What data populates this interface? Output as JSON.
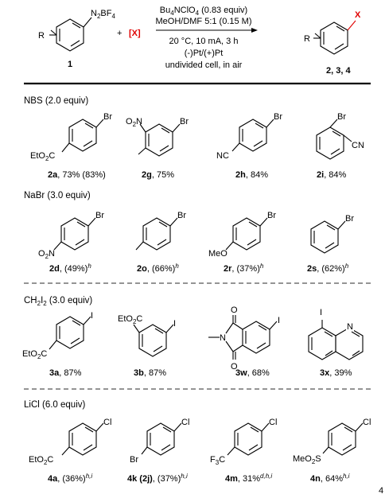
{
  "colors": {
    "accent": "#e00000",
    "text": "#000000",
    "dash": "#555555"
  },
  "scheme": {
    "start_label": "1",
    "start_group": "N2BF4",
    "plus": "+",
    "reagent": "[X]",
    "conditions": [
      "Bu4NClO4 (0.83 equiv)",
      "MeOH/DMF 5:1 (0.15 M)",
      "20 °C, 10 mA, 3 h",
      "(-)Pt/(+)Pt",
      "undivided cell, in air"
    ],
    "product_group": "X",
    "product_label": "2, 3, 4",
    "r_label": "R"
  },
  "sections": [
    {
      "title": "NBS (2.0 equiv)",
      "items": [
        {
          "code": "2a",
          "result": ", 73% (83%)",
          "sup": "",
          "halogen": "Br",
          "sub": "EtO2C"
        },
        {
          "code": "2g",
          "result": ", 75%",
          "sup": "",
          "halogen": "Br",
          "sub": "O2N"
        },
        {
          "code": "2h",
          "result": ", 84%",
          "sup": "",
          "halogen": "Br",
          "sub": "NC"
        },
        {
          "code": "2i",
          "result": ", 84%",
          "sup": "",
          "halogen": "Br",
          "sub": "CN"
        }
      ]
    },
    {
      "title": "NaBr (3.0 equiv)",
      "items": [
        {
          "code": "2d",
          "result": ", (49%)",
          "sup": "h",
          "halogen": "Br",
          "sub": "O2N"
        },
        {
          "code": "2o",
          "result": ", (66%)",
          "sup": "h",
          "halogen": "Br",
          "sub": ""
        },
        {
          "code": "2r",
          "result": ", (37%)",
          "sup": "h",
          "halogen": "Br",
          "sub": "MeO"
        },
        {
          "code": "2s",
          "result": ", (62%)",
          "sup": "h",
          "halogen": "Br",
          "sub": ""
        }
      ]
    },
    {
      "title": "CH2I2 (3.0 equiv)",
      "items": [
        {
          "code": "3a",
          "result": ", 87%",
          "sup": "",
          "halogen": "I",
          "sub": "EtO2C"
        },
        {
          "code": "3b",
          "result": ", 87%",
          "sup": "",
          "halogen": "I",
          "sub": "EtO2C"
        },
        {
          "code": "3w",
          "result": ", 68%",
          "sup": "",
          "halogen": "I",
          "sub": "N"
        },
        {
          "code": "3x",
          "result": ", 39%",
          "sup": "",
          "halogen": "I",
          "sub": "N"
        }
      ]
    },
    {
      "title": "LiCl (6.0 equiv)",
      "items": [
        {
          "code": "4a",
          "result": ", (36%)",
          "sup": "h,i",
          "halogen": "Cl",
          "sub": "EtO2C"
        },
        {
          "code": "4k (2j)",
          "result": ", (37%)",
          "sup": "h,i",
          "halogen": "Cl",
          "sub": "Br"
        },
        {
          "code": "4m",
          "result": ", 31%",
          "sup": "d,h,i",
          "halogen": "Cl",
          "sub": "F3C"
        },
        {
          "code": "4n",
          "result": ", 64%",
          "sup": "h,i",
          "halogen": "Cl",
          "sub": "MeO2S"
        }
      ]
    }
  ],
  "extra_labels": {
    "O": "O",
    "N": "N",
    "page_mark": "4"
  }
}
